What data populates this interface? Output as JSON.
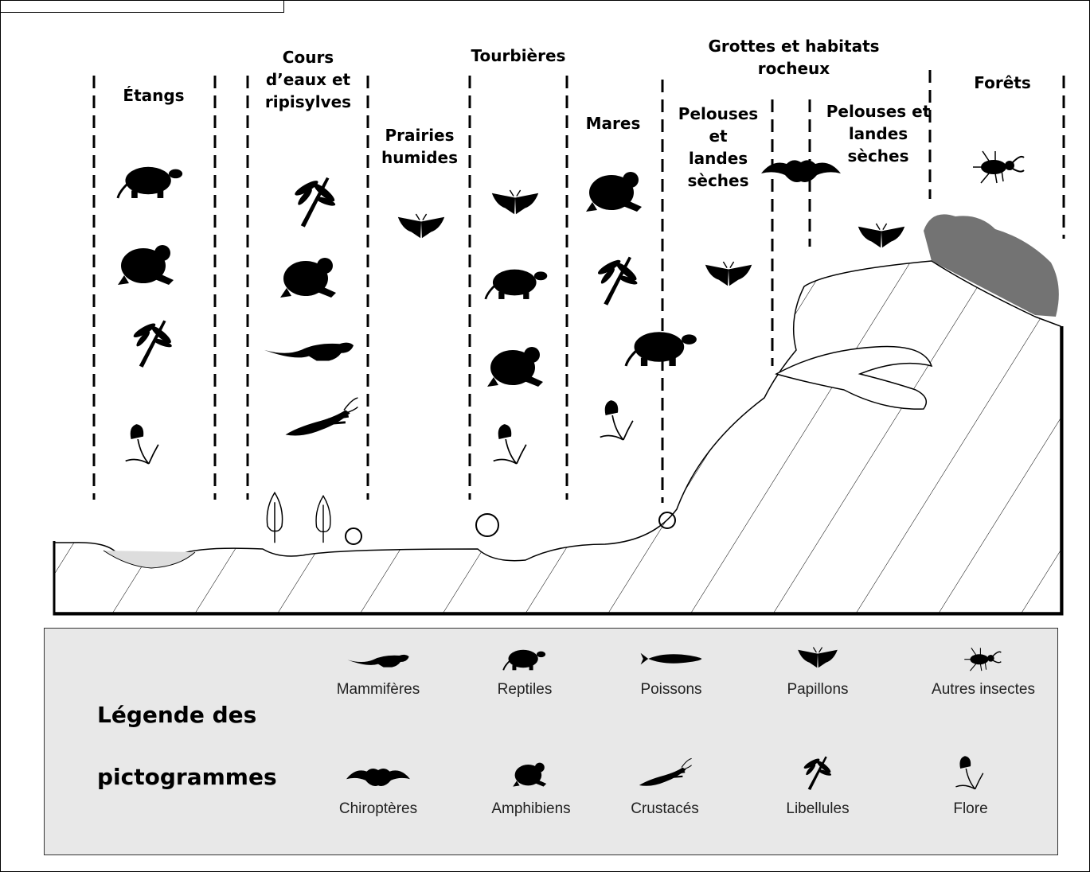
{
  "zones": [
    {
      "id": "etangs",
      "label": "Étangs"
    },
    {
      "id": "cours",
      "label": "Cours\nd’eaux et\nripisylves"
    },
    {
      "id": "prairies",
      "label": "Prairies\nhumides"
    },
    {
      "id": "tourbieres",
      "label": "Tourbières"
    },
    {
      "id": "mares",
      "label": "Mares"
    },
    {
      "id": "pelouses1",
      "label": "Pelouses\net\nlandes\nsèches"
    },
    {
      "id": "grottes",
      "label": "Grottes et habitats\nrocheux"
    },
    {
      "id": "pelouses2",
      "label": "Pelouses et\nlandes\nsèches"
    },
    {
      "id": "forets",
      "label": "Forêts"
    }
  ],
  "legend": {
    "title_line1": "Légende des",
    "title_line2": "pictogrammes",
    "items": [
      {
        "icon": "mammal-icon",
        "label": "Mammifères"
      },
      {
        "icon": "turtle-icon",
        "label": "Reptiles"
      },
      {
        "icon": "fish-icon",
        "label": "Poissons"
      },
      {
        "icon": "butterfly-icon",
        "label": "Papillons"
      },
      {
        "icon": "beetle-icon",
        "label": "Autres insectes"
      },
      {
        "icon": "bat-icon",
        "label": "Chiroptères"
      },
      {
        "icon": "frog-icon",
        "label": "Amphibiens"
      },
      {
        "icon": "crayfish-icon",
        "label": "Crustacés"
      },
      {
        "icon": "dragonfly-icon",
        "label": "Libellules"
      },
      {
        "icon": "flower-icon",
        "label": "Flore"
      }
    ]
  }
}
